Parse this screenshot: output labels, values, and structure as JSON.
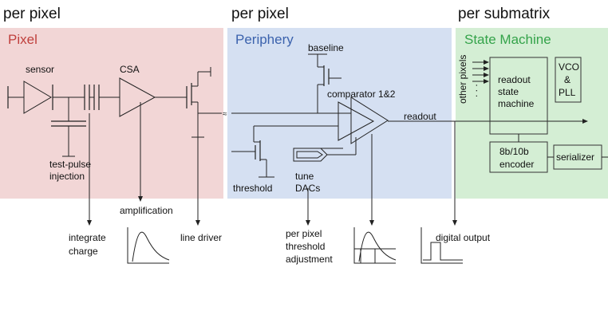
{
  "columns": {
    "col1": "per pixel",
    "col2": "per pixel",
    "col3": "per submatrix"
  },
  "regions": {
    "pixel": {
      "title": "Pixel",
      "fill": "#f2d6d6",
      "title_color": "#c0403d"
    },
    "periphery": {
      "title": "Periphery",
      "fill": "#d5e0f2",
      "title_color": "#3b62ad"
    },
    "state_machine": {
      "title": "State Machine",
      "fill": "#d4eed4",
      "title_color": "#34a34a"
    }
  },
  "labels": {
    "sensor": "sensor",
    "csa": "CSA",
    "test_pulse_1": "test-pulse",
    "test_pulse_2": "injection",
    "baseline": "baseline",
    "comparator": "comparator 1&2",
    "readout": "readout",
    "threshold": "threshold",
    "tune_1": "tune",
    "tune_2": "DACs",
    "other_pixels": "other pixels",
    "dots": ". . .",
    "rsm_1": "readout",
    "rsm_2": "state",
    "rsm_3": "machine",
    "vco_1": "VCO",
    "vco_2": "&",
    "vco_3": "PLL",
    "enc_1": "8b/10b",
    "enc_2": "encoder",
    "serializer": "serializer",
    "integrate_1": "integrate",
    "integrate_2": "charge",
    "amplification": "amplification",
    "line_driver": "line driver",
    "ppta_1": "per pixel",
    "ppta_2": "threshold",
    "ppta_3": "adjustment",
    "digital_output": "digital output"
  },
  "icons": [
    "diode-icon",
    "capacitor-icon",
    "amplifier-icon",
    "transistor-icon",
    "comparator-icon",
    "pulse-waveform-icon"
  ]
}
